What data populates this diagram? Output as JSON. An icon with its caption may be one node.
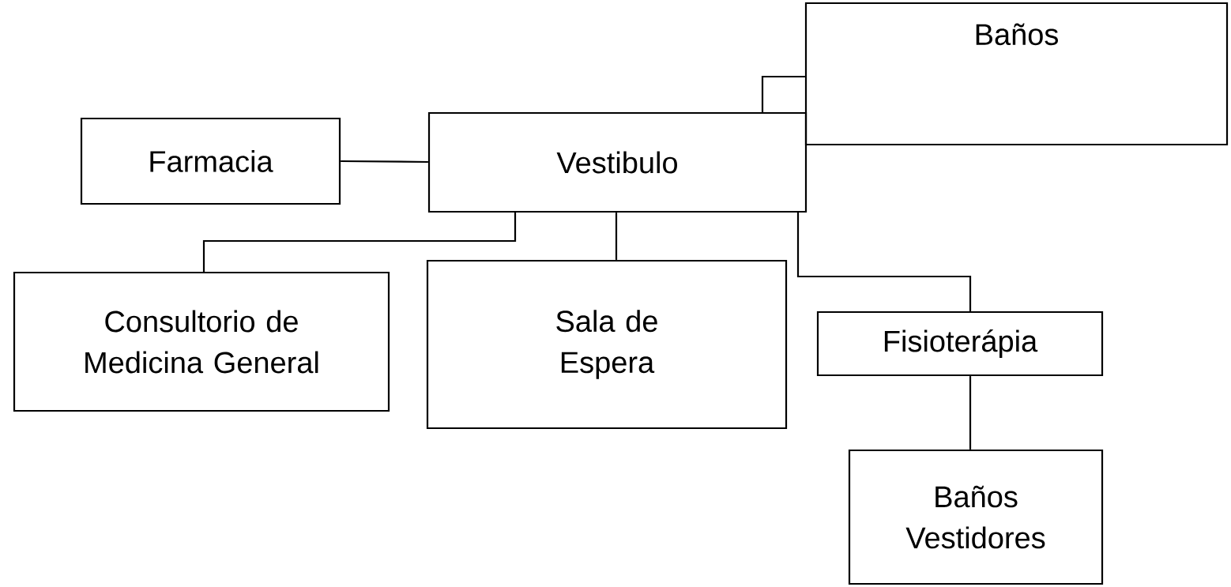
{
  "diagram": {
    "nodes": [
      {
        "text": [
          "Baños"
        ]
      },
      {
        "text": [
          "Farmacia"
        ]
      },
      {
        "text": [
          "Vestibulo"
        ]
      },
      {
        "text": [
          "Consultorio de Medicina General"
        ]
      },
      {
        "text": [
          "Sala de Espera"
        ]
      },
      {
        "text": [
          "Fisioterápia"
        ]
      },
      {
        "text": [
          "Baños Vestidores"
        ]
      }
    ],
    "edges": [
      {
        "from": 2,
        "to": 0,
        "arrow": "none"
      },
      {
        "from": 1,
        "to": 2,
        "arrow": "none"
      },
      {
        "from": 2,
        "to": 3,
        "arrow": "none"
      },
      {
        "from": 2,
        "to": 4,
        "arrow": "none"
      },
      {
        "from": 2,
        "to": 5,
        "arrow": "none"
      },
      {
        "from": 5,
        "to": 6,
        "arrow": "none"
      }
    ]
  }
}
